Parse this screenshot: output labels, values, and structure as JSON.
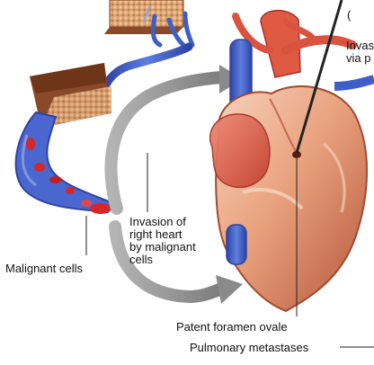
{
  "labels": {
    "top_cut": "(",
    "invasion_pulmonary_lines": [
      "Invas",
      "via p"
    ],
    "invasion_right_heart_lines": [
      "Invasion of",
      "right heart",
      "by malignant",
      "cells"
    ],
    "malignant_cells": "Malignant cells",
    "patent_foramen_ovale": "Patent foramen ovale",
    "pulmonary_metastases": "Pulmonary metastases"
  },
  "colors": {
    "vein_blue": "#3f5fc7",
    "vein_dark": "#2e43a3",
    "artery_red": "#d9533f",
    "heart_flesh": "#e9a27e",
    "tissue_brown": "#8a4a2a",
    "tumor_red": "#d6262a",
    "arrow_gray": "#8a8a8a",
    "leader": "#222222"
  }
}
